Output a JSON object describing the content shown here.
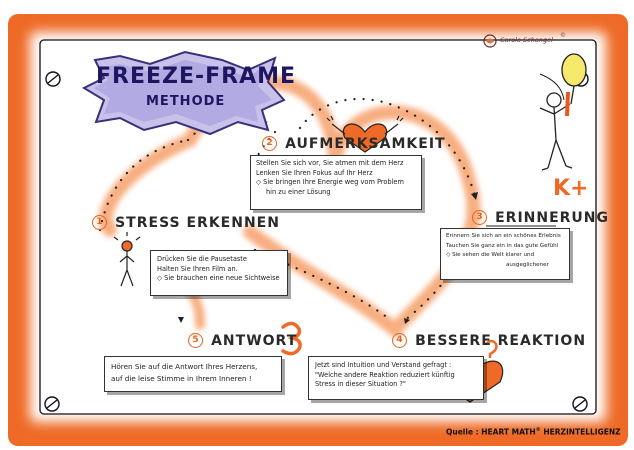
{
  "title": {
    "line1": "FREEZE-FRAME",
    "line2": "METHODE"
  },
  "author": "Carola Schangel",
  "kplus": "K+",
  "steps": [
    {
      "num": "1",
      "title": "STRESS ERKENNEN",
      "lines": [
        "Drücken Sie die Pausetaste",
        "Halten Sie Ihren Film an.",
        "◇ Sie brauchen eine neue Sichtweise"
      ]
    },
    {
      "num": "2",
      "title": "AUFMERKSAMKEIT",
      "lines": [
        "Stellen Sie sich vor, Sie atmen mit dem Herz",
        "Lenken Sie Ihren Fokus auf Ihr Herz",
        "◇ Sie bringen Ihre Energie weg vom Problem",
        "hin zu einer Lösung"
      ]
    },
    {
      "num": "3",
      "title": "ERINNERUNG",
      "lines": [
        "Erinnern Sie sich an ein schönes Erlebnis",
        "Tauchen Sie ganz ein in das gute Gefühl",
        "◇ Sie sehen die Welt klarer und",
        "ausgeglichener"
      ]
    },
    {
      "num": "4",
      "title": "BESSERE REAKTION",
      "lines": [
        "Jetzt sind Intuition und Verstand gefragt :",
        "\"Welche andere Reaktion reduziert künftig",
        "Stress in dieser Situation ?\""
      ]
    },
    {
      "num": "5",
      "title": "ANTWORT",
      "lines": [
        "Hören Sie auf die Antwort Ihres Herzens,",
        "auf die leise Stimme in Ihrem Inneren !"
      ]
    }
  ],
  "source": {
    "prefix": "Quelle : HEART MATH",
    "reg": "®",
    "suffix": "HERZINTELLIGENZ"
  }
}
